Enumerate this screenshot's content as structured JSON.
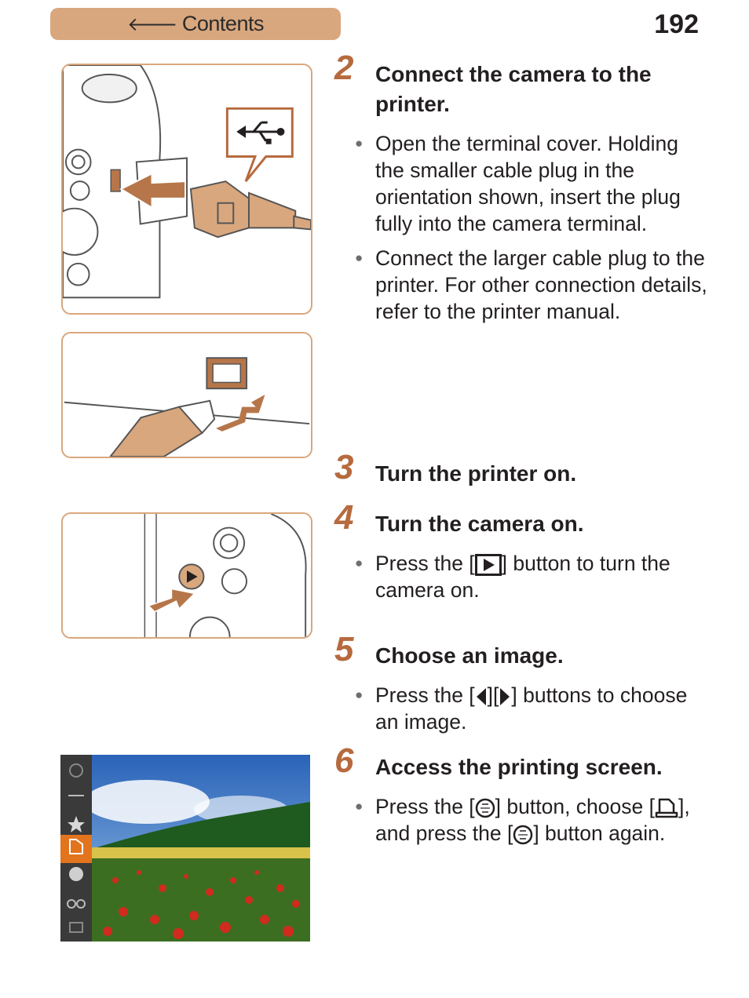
{
  "header": {
    "contents_label": "Contents",
    "page_number": "192"
  },
  "steps": [
    {
      "number": "2",
      "title": "Connect the camera to the printer.",
      "bullets": [
        "Open the terminal cover. Holding the smaller cable plug in the orientation shown, insert the plug fully into the camera terminal.",
        "Connect the larger cable plug to the printer. For other connection details, refer to the printer manual."
      ]
    },
    {
      "number": "3",
      "title": "Turn the printer on."
    },
    {
      "number": "4",
      "title": "Turn the camera on.",
      "bullet_parts": [
        "Press the [",
        "] button to turn the camera on."
      ]
    },
    {
      "number": "5",
      "title": "Choose an image.",
      "bullet_parts": [
        "Press the [",
        "][",
        "] buttons to choose an image."
      ]
    },
    {
      "number": "6",
      "title": "Access the printing screen.",
      "bullet_parts": [
        "Press the [",
        "] button, choose [",
        "], and press the [",
        "] button again."
      ]
    }
  ],
  "icons": {
    "contents": "back-arrow-icon",
    "play": "play-button-icon",
    "left": "left-arrow-button-icon",
    "right": "right-arrow-button-icon",
    "func_set": "func-set-button-icon",
    "print": "print-icon"
  },
  "colors": {
    "accent": "#d9a77e",
    "step_number": "#b66a3d",
    "text": "#231f20"
  }
}
